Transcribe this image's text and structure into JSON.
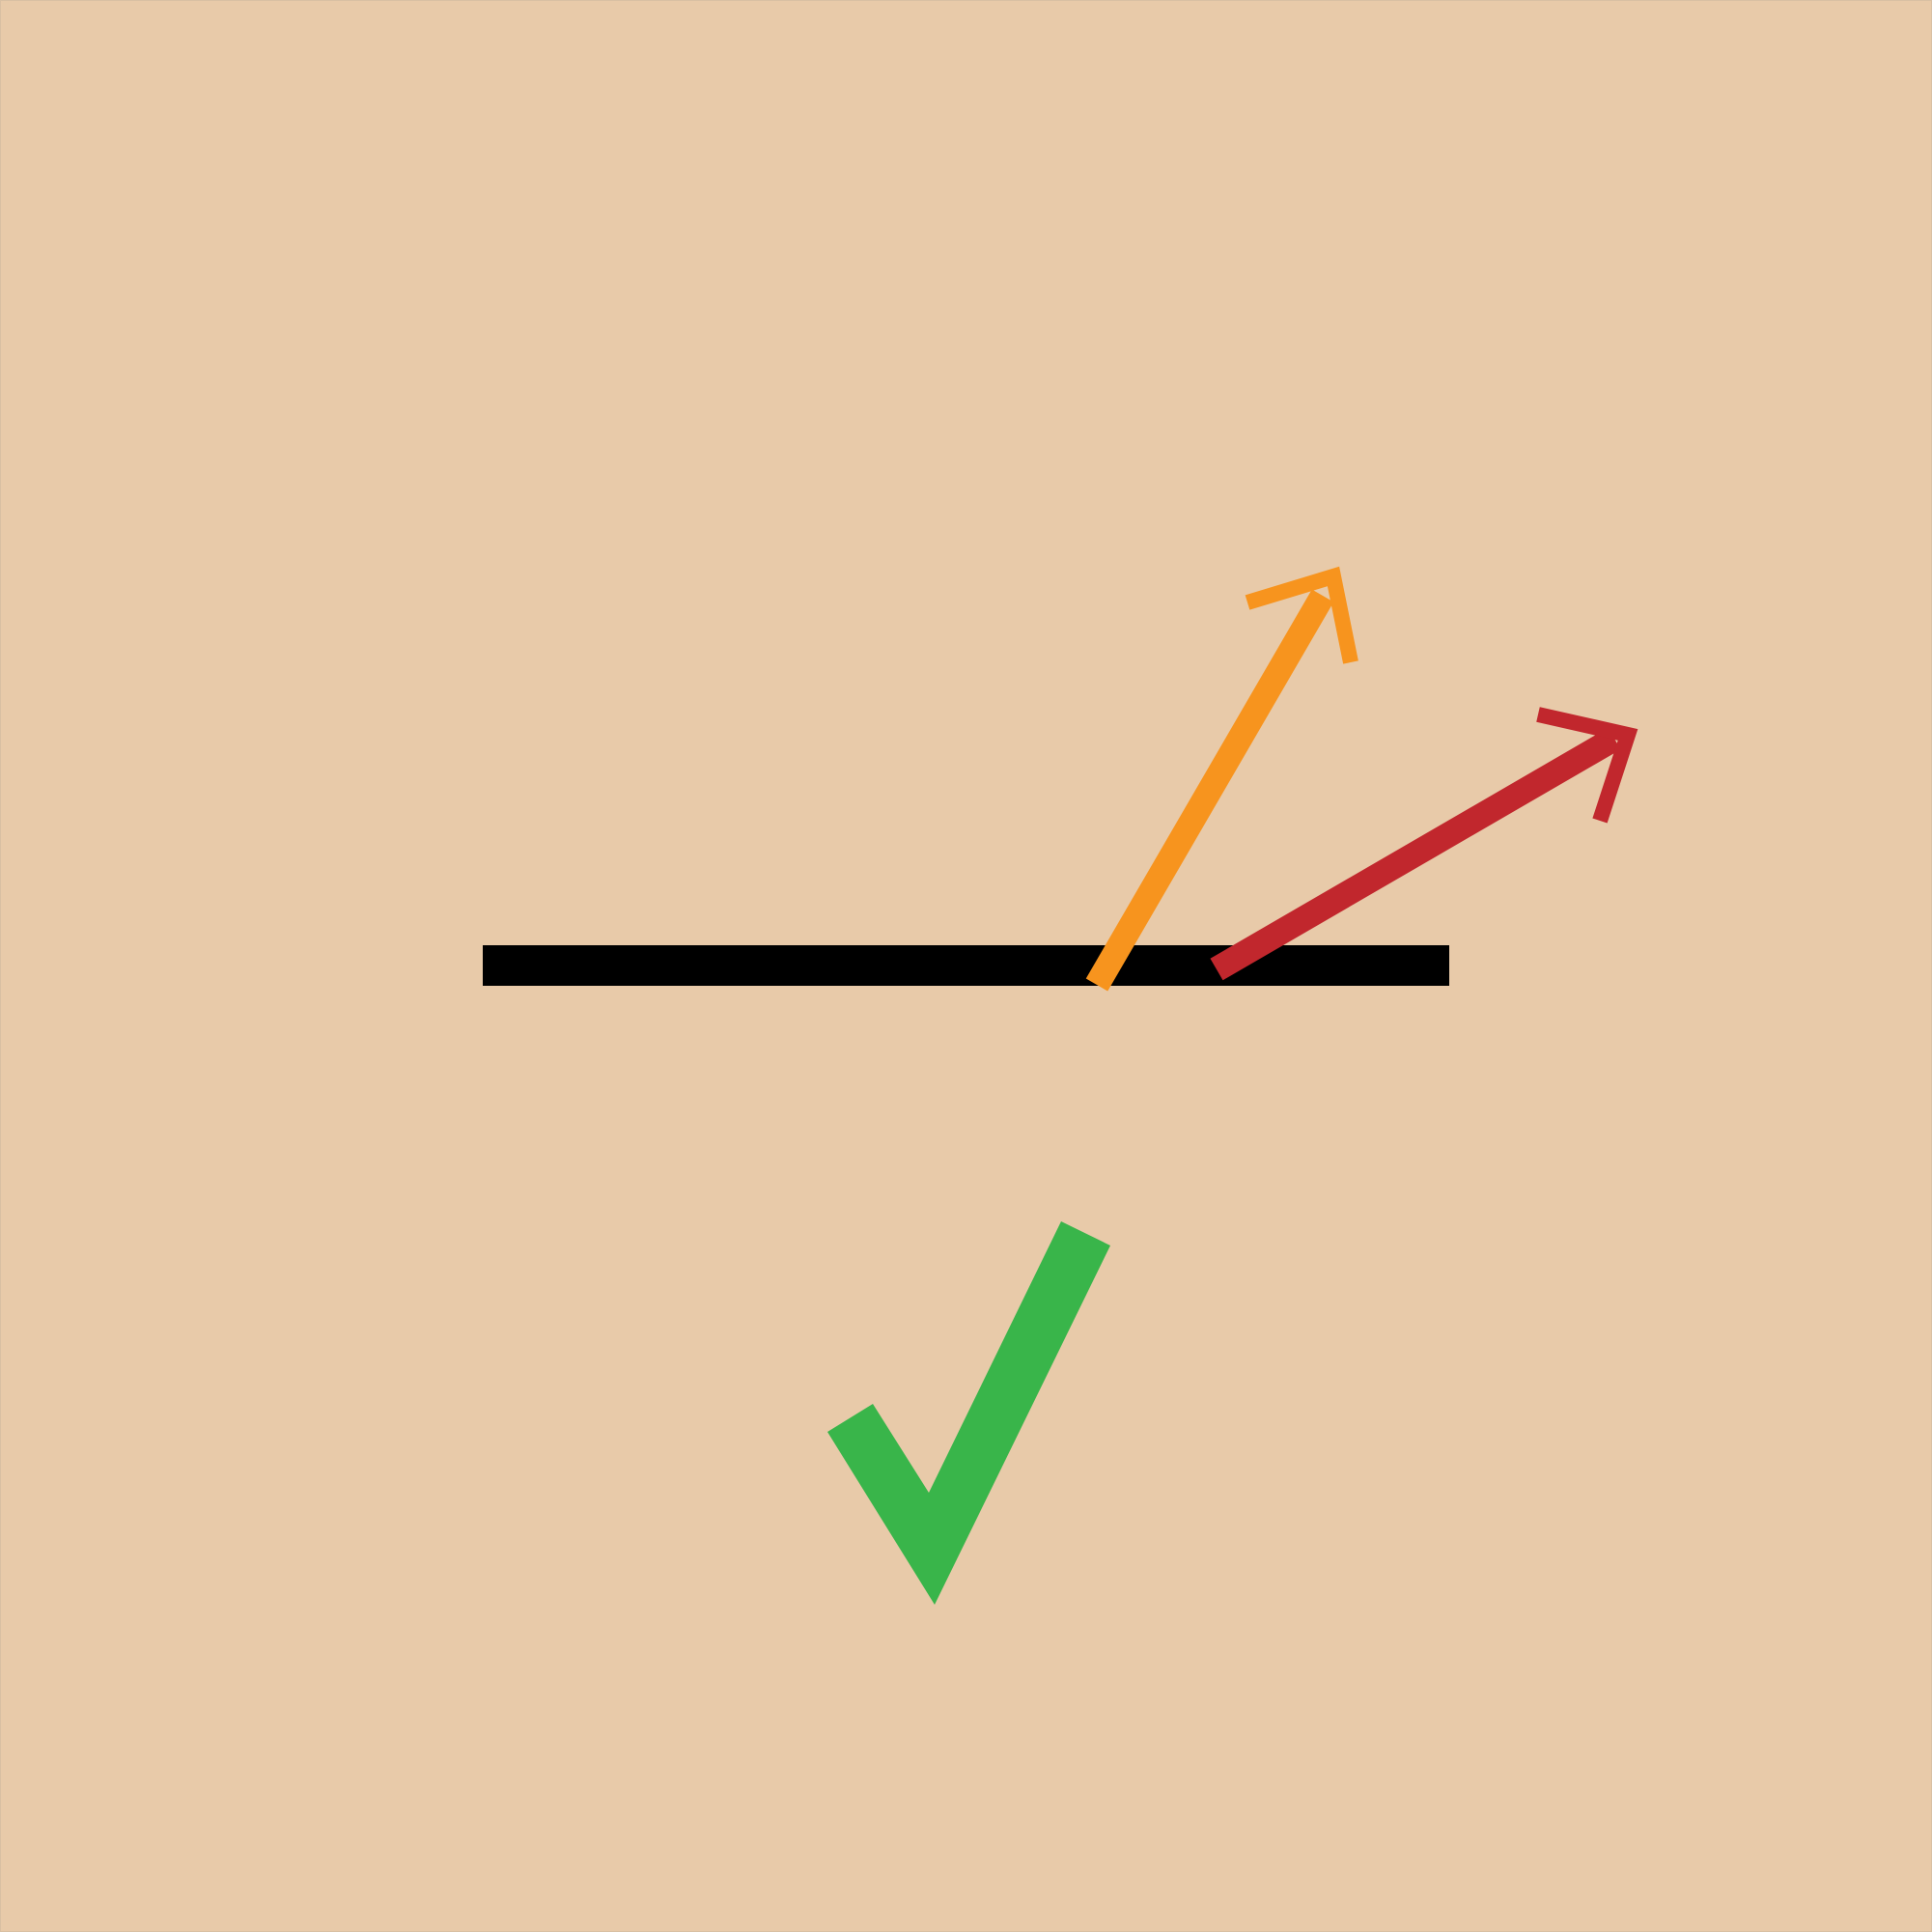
{
  "diagram": {
    "colors": {
      "background": "#E8CAA9",
      "border": "#D9C0A3",
      "baseline": "#000000",
      "orange_arrow": "#F7941E",
      "red_arrow": "#C1272D",
      "checkmark": "#39B54A"
    },
    "elements": [
      {
        "name": "horizontal-line",
        "kind": "line"
      },
      {
        "name": "orange-arrow",
        "kind": "arrow"
      },
      {
        "name": "red-arrow",
        "kind": "arrow"
      },
      {
        "name": "checkmark-icon",
        "kind": "icon"
      }
    ]
  }
}
